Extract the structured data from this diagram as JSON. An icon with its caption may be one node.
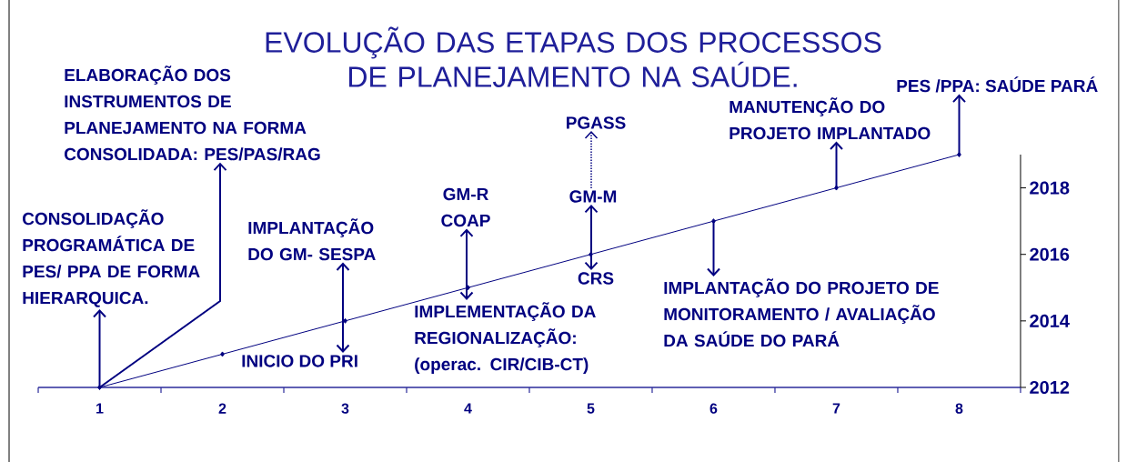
{
  "diagram": {
    "title": "EVOLUÇÃO DAS ETAPAS DOS PROCESSOS DE PLANEJAMENTO NA SAÚDE.",
    "nodes": [
      {
        "text": [
          "CONSOLIDAÇÃO PROGRAMÁTICA DE PES/ PPA DE FORMA HIERARQUICA."
        ]
      },
      {
        "text": [
          "ELABORAÇÃO DOS INSTRUMENTOS DE PLANEJAMENTO NA FORMA CONSOLIDADA: PES/PAS/RAG"
        ]
      },
      {
        "text": [
          "IMPLANTAÇÃO DO GM- SESPA"
        ]
      },
      {
        "text": [
          "INICIO DO PRI"
        ]
      },
      {
        "text": [
          "GM-R COAP"
        ]
      },
      {
        "text": [
          "IMPLEMENTAÇÃO DA REGIONALIZAÇÃO: (operac. CIR/CIB-CT)"
        ]
      },
      {
        "text": [
          "PGASS"
        ]
      },
      {
        "text": [
          "GM-M"
        ]
      },
      {
        "text": [
          "CRS"
        ]
      },
      {
        "text": [
          "IMPLANTAÇÃO DO PROJETO DE MONITORAMENTO / AVALIAÇÃO DA SAÚDE DO PARÁ"
        ]
      },
      {
        "text": [
          "MANUTENÇÃO DO PROJETO IMPLANTADO"
        ]
      },
      {
        "text": [
          "PES /PPA: SAÚDE PARÁ"
        ]
      }
    ],
    "edges": [
      {
        "from": null,
        "to": 0,
        "arrow": "to"
      },
      {
        "from": null,
        "to": 1,
        "arrow": "to"
      },
      {
        "from": 3,
        "to": 2,
        "arrow": "both"
      },
      {
        "from": 5,
        "to": 4,
        "arrow": "both"
      },
      {
        "from": 8,
        "to": 7,
        "arrow": "both"
      },
      {
        "from": 7,
        "to": 6,
        "arrow": "to",
        "style": "dashed"
      },
      {
        "from": null,
        "to": 9,
        "arrow": "to"
      },
      {
        "from": null,
        "to": 10,
        "arrow": "to"
      },
      {
        "from": null,
        "to": 11,
        "arrow": "to"
      }
    ],
    "chart_data": {
      "type": "line",
      "x": [
        1,
        2,
        3,
        4,
        5,
        6,
        7,
        8
      ],
      "series": [
        {
          "color": "#000080",
          "marker": "diamond",
          "values": [
            2012,
            2013,
            2014,
            2015,
            2016,
            2017,
            2018,
            2019
          ]
        }
      ],
      "xlim": [
        0.5,
        8.5
      ],
      "ylim": [
        2012,
        2019
      ],
      "xticks": [
        1,
        2,
        3,
        4,
        5,
        6,
        7,
        8
      ],
      "yticks": [
        2012,
        2014,
        2016,
        2018
      ]
    }
  }
}
